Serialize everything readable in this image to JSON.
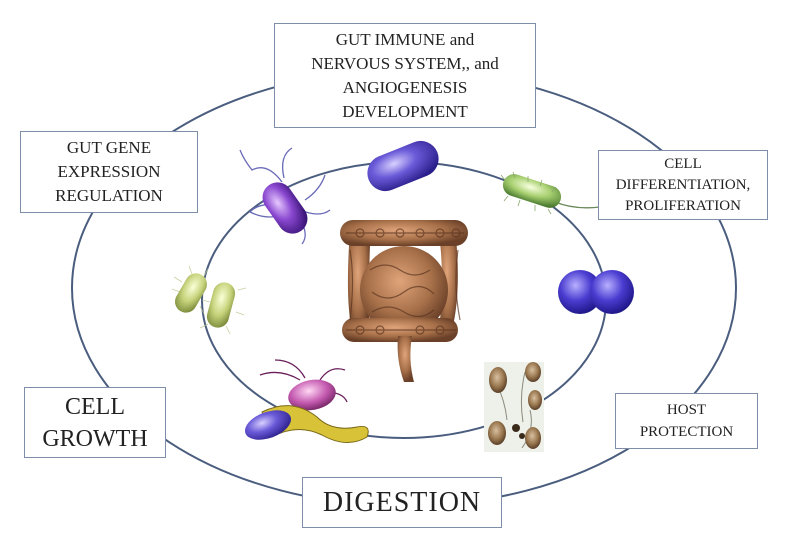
{
  "labels": {
    "gut_immune": [
      "GUT IMMUNE and",
      "NERVOUS SYSTEM,, and",
      "ANGIOGENESIS",
      "DEVELOPMENT"
    ],
    "gut_gene": [
      "GUT GENE",
      "EXPRESSION",
      "REGULATION"
    ],
    "cell_diff": [
      "CELL",
      "DIFFERENTIATION,",
      "PROLIFERATION"
    ],
    "cell_growth": [
      "CELL",
      "GROWTH"
    ],
    "host_protection": [
      "HOST",
      "PROTECTION"
    ],
    "digestion": "DIGESTION"
  },
  "colors": {
    "ring": "#4a5d7e",
    "box_border": "#7f8ea8",
    "intestine": "#a8714a",
    "purple_bacterium": "#8a55c8",
    "blue_bacterium": "#5a4ec0",
    "green_bacterium": "#a8d078",
    "yellow_bacteria": "#c8d27a",
    "blue_diplococcus": "#5040c8",
    "pink_protozoan": "#c85ab0"
  },
  "icons": [
    "flagellated-bacterium-icon",
    "rod-bacterium-icon",
    "green-bacterium-icon",
    "diplococcus-icon",
    "spore-micrograph-icon",
    "protozoa-icon",
    "paired-bacteria-icon",
    "intestine-icon"
  ]
}
